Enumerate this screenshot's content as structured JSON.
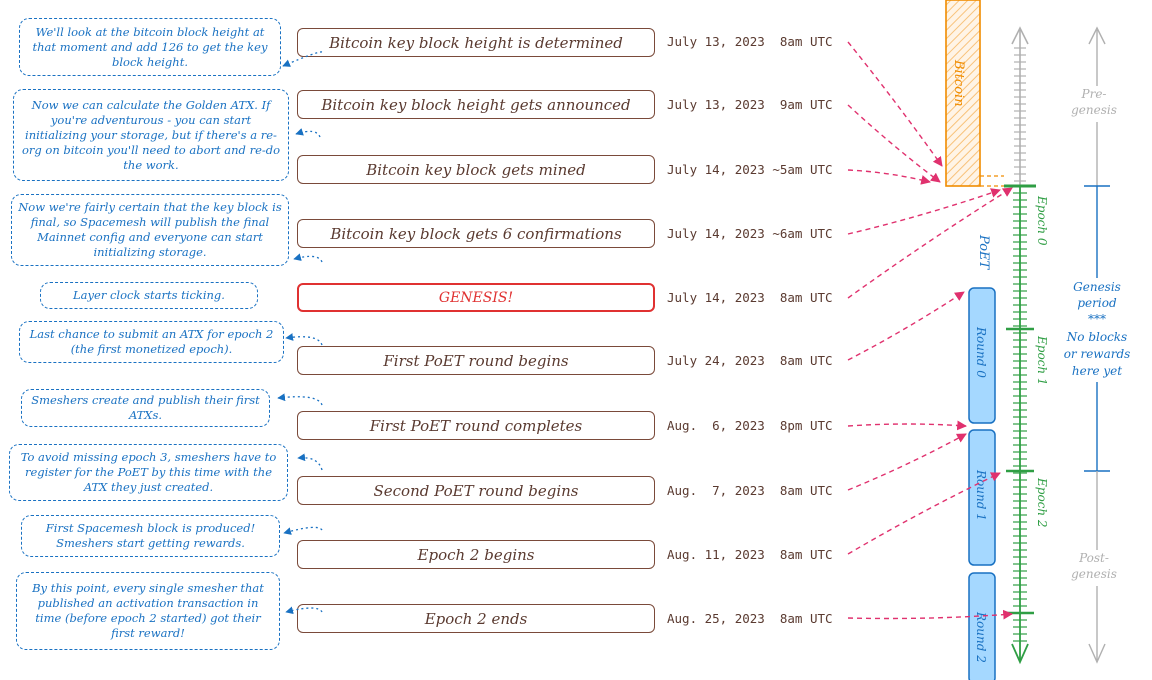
{
  "colors": {
    "note": "#1971c2",
    "event_border": "#7a4a3a",
    "genesis": "#e03131",
    "arrow": "#e0316e",
    "bitcoin": "#f08c00",
    "poet": "#1971c2",
    "epoch": "#2f9e44",
    "grey": "#b0b0b0"
  },
  "notes": [
    "We'll look at the bitcoin block height at that moment and add 126 to get the key block height.",
    "Now we can calculate the Golden ATX. If you're adventurous - you can start initializing your storage, but if there's a re-org on bitcoin you'll need to abort and re-do the work.",
    "Now we're fairly certain that the key block is final, so Spacemesh will publish the final Mainnet config and everyone can start initializing storage.",
    "Layer clock starts ticking.",
    "Last chance to submit an ATX for epoch 2 (the first monetized epoch).",
    "Smeshers create and publish their first ATXs.",
    "To avoid missing epoch 3, smeshers have to register for the PoET by this time with the ATX they just created.",
    "First Spacemesh block is produced! Smeshers start getting rewards.",
    "By this point, every single smesher that published an activation transaction in time (before epoch 2 started) got their first reward!"
  ],
  "events": [
    {
      "label": "Bitcoin key block height is determined",
      "date": "July 13, 2023  8am UTC"
    },
    {
      "label": "Bitcoin key block height gets announced",
      "date": "July 13, 2023  9am UTC"
    },
    {
      "label": "Bitcoin key block gets mined",
      "date": "July 14, 2023 ~5am UTC"
    },
    {
      "label": "Bitcoin key block gets 6 confirmations",
      "date": "July 14, 2023 ~6am UTC"
    },
    {
      "label": "GENESIS!",
      "date": "July 14, 2023  8am UTC"
    },
    {
      "label": "First PoET round begins",
      "date": "July 24, 2023  8am UTC"
    },
    {
      "label": "First PoET round completes",
      "date": "Aug.  6, 2023  8pm UTC"
    },
    {
      "label": "Second PoET round begins",
      "date": "Aug.  7, 2023  8am UTC"
    },
    {
      "label": "Epoch 2 begins",
      "date": "Aug. 11, 2023  8am UTC"
    },
    {
      "label": "Epoch 2 ends",
      "date": "Aug. 25, 2023  8am UTC"
    }
  ],
  "timeline": {
    "bitcoin": "Bitcoin",
    "poet": "PoET",
    "rounds": [
      "Round 0",
      "Round 1",
      "Round 2"
    ],
    "epochs": [
      "Epoch 0",
      "Epoch 1",
      "Epoch 2"
    ],
    "pre_genesis": [
      "Pre-",
      "genesis"
    ],
    "genesis_period": [
      "Genesis",
      "period",
      "***",
      "No blocks",
      "or rewards",
      "here yet"
    ],
    "post_genesis": [
      "Post-",
      "genesis"
    ]
  }
}
